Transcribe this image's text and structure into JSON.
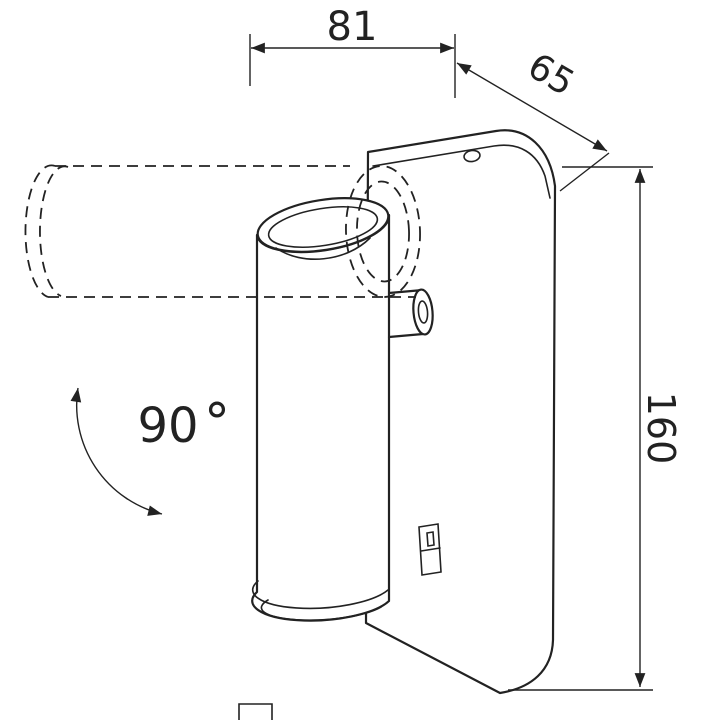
{
  "colors": {
    "background": "#ffffff",
    "line": "#222222"
  },
  "drawing": {
    "dims": {
      "width": "81",
      "depth": "65",
      "height": "160",
      "angle_value": "90",
      "angle_degree": "°"
    }
  }
}
